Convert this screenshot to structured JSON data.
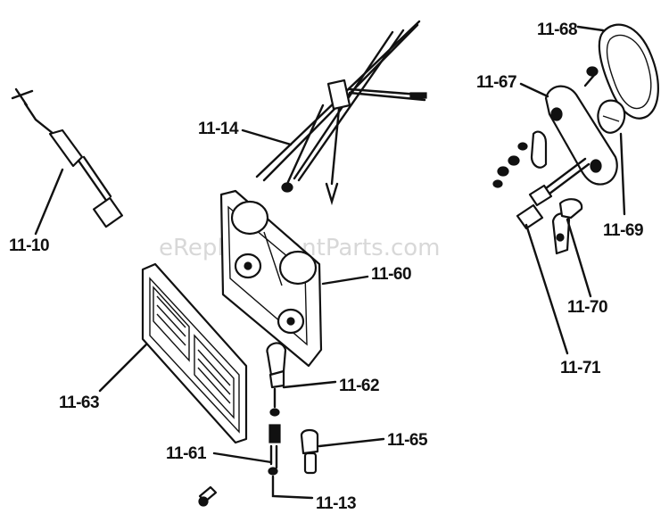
{
  "watermark": "eReplacementParts.com",
  "labels": {
    "p1110": "11-10",
    "p1114": "11-14",
    "p1160": "11-60",
    "p1161": "11-61",
    "p1162": "11-62",
    "p1163": "11-63",
    "p1165": "11-65",
    "p1113": "11-13",
    "p1167": "11-67",
    "p1168": "11-68",
    "p1169": "11-69",
    "p1170": "11-70",
    "p1171": "11-71"
  }
}
